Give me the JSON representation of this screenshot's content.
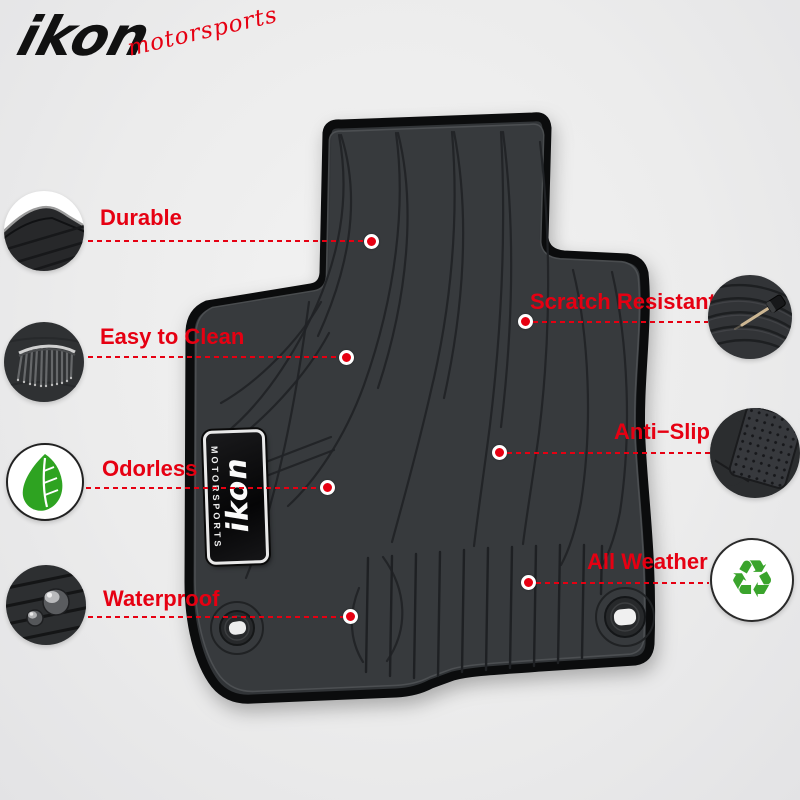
{
  "brand": {
    "logo_text": "ikon",
    "logo_script": "motorsports"
  },
  "mat_badge": {
    "primary": "ikon",
    "secondary": "MOTORSPORTS"
  },
  "features": [
    {
      "label": "Durable",
      "side": "left",
      "icon": "mat-texture-icon"
    },
    {
      "label": "Easy to Clean",
      "side": "left",
      "icon": "brush-icon"
    },
    {
      "label": "Odorless",
      "side": "left",
      "icon": "leaf-icon"
    },
    {
      "label": "Waterproof",
      "side": "left",
      "icon": "water-drops-icon"
    },
    {
      "label": "Scratch Resistant",
      "side": "right",
      "icon": "scratch-test-icon"
    },
    {
      "label": "Anti−Slip",
      "side": "right",
      "icon": "anti-slip-backing-icon"
    },
    {
      "label": "All Weather",
      "side": "right",
      "icon": "recycle-icon"
    }
  ],
  "glyphs": {
    "recycle": "♻"
  },
  "colors": {
    "accent_red": "#e60012",
    "leaf_green": "#2ea321",
    "recycle_green": "#3aa42c",
    "mat_surface": "#333639",
    "background": "#ececec"
  }
}
